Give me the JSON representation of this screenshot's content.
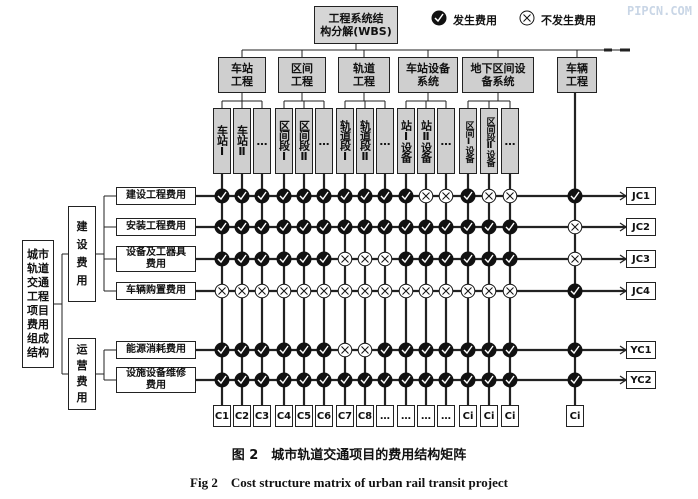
{
  "watermark": "PIPCN.COM",
  "wbs_root": {
    "line1": "工程系统结",
    "line2": "构分解(WBS)"
  },
  "legend": {
    "incur_label": "发生费用",
    "not_incur_label": "不发生费用"
  },
  "categories": [
    {
      "key": "station",
      "label_line1": "车站",
      "label_line2": "工程"
    },
    {
      "key": "section",
      "label_line1": "区间",
      "label_line2": "工程"
    },
    {
      "key": "track",
      "label_line1": "轨道",
      "label_line2": "工程"
    },
    {
      "key": "station_equip",
      "label_line1": "车站设备",
      "label_line2": "系统"
    },
    {
      "key": "underground_equip",
      "label_line1": "地下区间设",
      "label_line2": "备系统"
    },
    {
      "key": "vehicle",
      "label_line1": "车辆",
      "label_line2": "工程"
    }
  ],
  "sub_items": [
    {
      "label": "车站Ⅰ",
      "code": "C1"
    },
    {
      "label": "车站Ⅱ",
      "code": "C2"
    },
    {
      "label": "…",
      "code": "C3"
    },
    {
      "label": "区间段Ⅰ",
      "code": "C4"
    },
    {
      "label": "区间段Ⅱ",
      "code": "C5"
    },
    {
      "label": "…",
      "code": "C6"
    },
    {
      "label": "轨道段Ⅰ",
      "code": "C7"
    },
    {
      "label": "轨道段Ⅱ",
      "code": "C8"
    },
    {
      "label": "…",
      "code": "…"
    },
    {
      "label": "站Ⅰ设备",
      "code": "…"
    },
    {
      "label": "站Ⅱ设备",
      "code": "…"
    },
    {
      "label": "…",
      "code": "…"
    },
    {
      "label": "区间Ⅰ设备",
      "code": "Ci"
    },
    {
      "label": "区间段Ⅱ设备",
      "code": "Ci"
    },
    {
      "label": "…",
      "code": "Ci"
    },
    {
      "label": "",
      "code": "Ci"
    }
  ],
  "left_title": "城市轨道交通工程项目费用组成结构",
  "groups": [
    {
      "label": "建设费用"
    },
    {
      "label": "运营费用"
    }
  ],
  "rows": [
    {
      "line1": "建设工程费用",
      "line2": "",
      "code": "JC1",
      "marks": "1111111111001001"
    },
    {
      "line1": "安装工程费用",
      "line2": "",
      "code": "JC2",
      "marks": "1111111111111110"
    },
    {
      "line1": "设备及工器具",
      "line2": "费用",
      "code": "JC3",
      "marks": "1111110001111110"
    },
    {
      "line1": "车辆购置费用",
      "line2": "",
      "code": "JC4",
      "marks": "0000000000000001"
    },
    {
      "line1": "能源消耗费用",
      "line2": "",
      "code": "YC1",
      "marks": "1111110011111111"
    },
    {
      "line1": "设施设备维修",
      "line2": "费用",
      "code": "YC2",
      "marks": "1111111111111111"
    }
  ],
  "caption_cn": "图 2　城市轨道交通项目的费用结构矩阵",
  "caption_en": "Fig 2　Cost structure matrix of urban rail transit project"
}
